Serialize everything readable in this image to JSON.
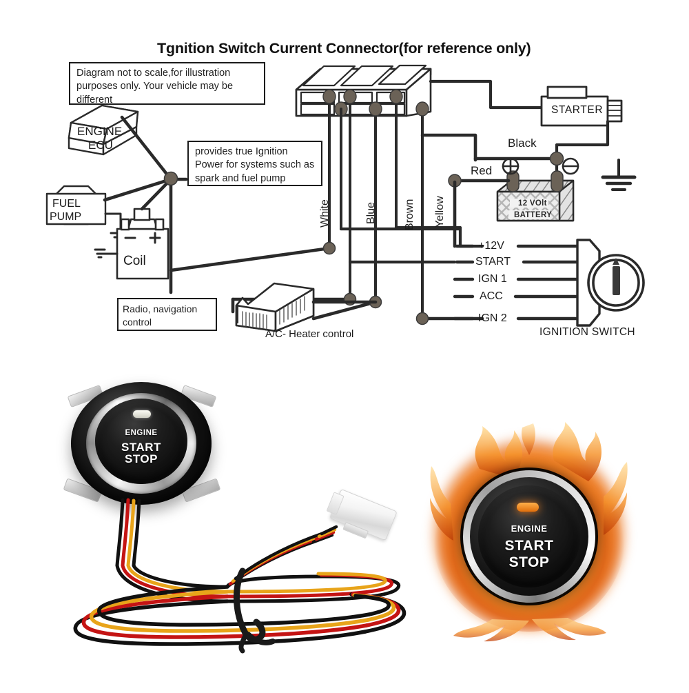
{
  "diagram": {
    "title": "Tgnition Switch Current Connector(for reference only)",
    "notes": [
      {
        "id": "disclaimer",
        "text": "Diagram not to scale,for illustration purposes only. Your vehicle may be different"
      },
      {
        "id": "ignition-power",
        "text": "provides true Ignition Power for systems such as spark and fuel pump"
      }
    ],
    "components": [
      {
        "id": "engine-ecu",
        "label": "ENGINE\nECU",
        "line1": "ENGINE",
        "line2": "ECU"
      },
      {
        "id": "fuel-pump",
        "label": "FUEL PUMP",
        "line1": "FUEL",
        "line2": "PUMP"
      },
      {
        "id": "coil",
        "label": "Coil",
        "minus": "−",
        "plus": "+"
      },
      {
        "id": "radio",
        "line1": "Radio, navigation",
        "line2": "control"
      },
      {
        "id": "ac-heater",
        "label": "A/C- Heater control"
      },
      {
        "id": "starter",
        "label": "STARTER"
      },
      {
        "id": "battery",
        "line1": "12 VOlt",
        "line2": "BATTERY",
        "plus_symbol": "⊕",
        "minus_symbol": "⊖"
      },
      {
        "id": "ignition-switch",
        "label": "IGNITION SWITCH"
      }
    ],
    "wire_labels": [
      {
        "name": "white",
        "text": "White"
      },
      {
        "name": "blue",
        "text": "Blue"
      },
      {
        "name": "brown",
        "text": "Brown"
      },
      {
        "name": "yellow",
        "text": "Yellow"
      }
    ],
    "power_labels": [
      {
        "name": "black",
        "text": "Black"
      },
      {
        "name": "red",
        "text": "Red"
      }
    ],
    "terminals": [
      "+12V",
      "START",
      "IGN 1",
      "ACC",
      "IGN 2"
    ]
  },
  "product": {
    "button_left": {
      "name": "engine-start-stop-button",
      "text_line1": "ENGINE",
      "text_line2": "START",
      "text_line3": "STOP",
      "led_color": "#e8e8e0"
    },
    "button_right": {
      "name": "engine-start-stop-button-illuminated",
      "text_line1": "ENGINE",
      "text_line2": "START",
      "text_line3": "STOP",
      "led_color": "#f07a18"
    },
    "harness": {
      "name": "wiring-harness",
      "connector_color": "#f5f5f5",
      "wire_colors": [
        "#c41414",
        "#e8a41a",
        "#111111"
      ]
    }
  },
  "colors": {
    "line": "#2a2a2a",
    "flame_core": "#ffd27a",
    "flame_mid": "#f5922b",
    "flame_edge": "#d1490c"
  }
}
